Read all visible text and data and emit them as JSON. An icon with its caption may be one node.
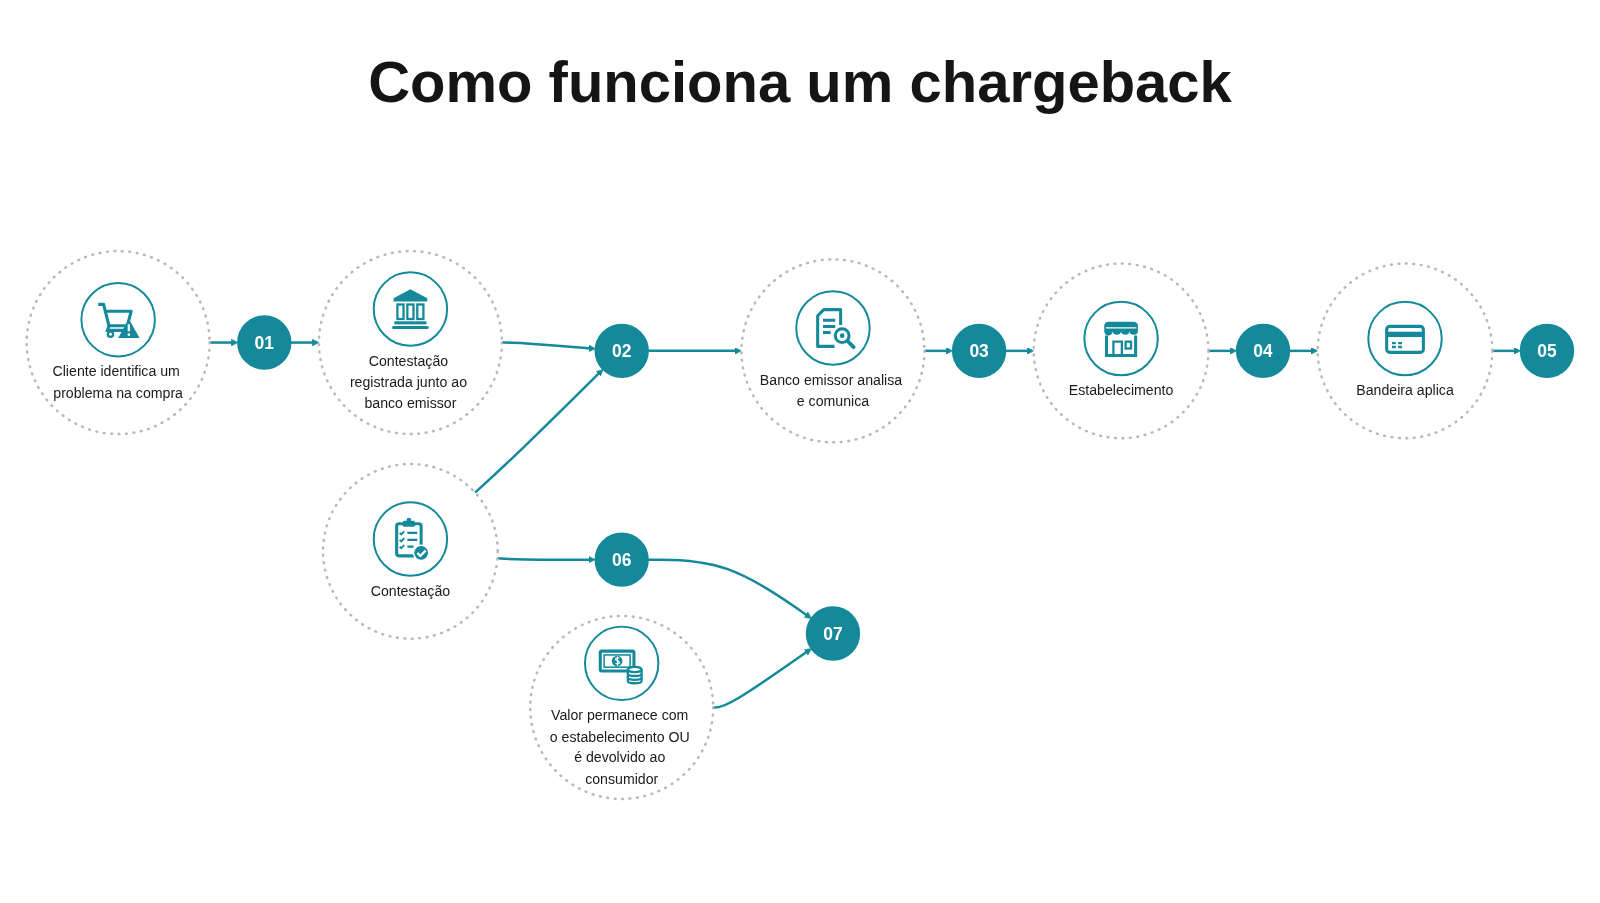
{
  "diagram": {
    "title": "Como funciona um chargeback",
    "nodes": [
      {
        "text": [
          "Cliente identifica um problema na compra"
        ]
      },
      {
        "text": [
          "01"
        ]
      },
      {
        "text": [
          "Contestação registrada junto ao banco emissor"
        ]
      },
      {
        "text": [
          "02"
        ]
      },
      {
        "text": [
          "Banco emissor analisa e comunica"
        ]
      },
      {
        "text": [
          "03"
        ]
      },
      {
        "text": [
          "Estabelecimento"
        ]
      },
      {
        "text": [
          "04"
        ]
      },
      {
        "text": [
          "Bandeira aplica"
        ]
      },
      {
        "text": [
          "05"
        ]
      },
      {
        "text": [
          "Contestação"
        ]
      },
      {
        "text": [
          "06"
        ]
      },
      {
        "text": [
          "Valor permanece com o estabelecimento OU é devolvido ao consumidor"
        ]
      },
      {
        "text": [
          "07"
        ]
      }
    ],
    "edges": [
      {
        "from": 0,
        "to": 1,
        "arrow": "to"
      },
      {
        "from": 1,
        "to": 2,
        "arrow": "to"
      },
      {
        "from": 2,
        "to": 3,
        "arrow": "to"
      },
      {
        "from": 3,
        "to": 4,
        "arrow": "to"
      },
      {
        "from": 4,
        "to": 5,
        "arrow": "to"
      },
      {
        "from": 5,
        "to": 6,
        "arrow": "to"
      },
      {
        "from": 6,
        "to": 7,
        "arrow": "to"
      },
      {
        "from": 7,
        "to": 8,
        "arrow": "to"
      },
      {
        "from": 8,
        "to": 9,
        "arrow": "to"
      },
      {
        "from": 10,
        "to": 3,
        "arrow": "to"
      },
      {
        "from": 10,
        "to": 11,
        "arrow": "to"
      },
      {
        "from": 11,
        "to": 13,
        "arrow": "to"
      },
      {
        "from": 12,
        "to": 13,
        "arrow": "to"
      }
    ]
  }
}
